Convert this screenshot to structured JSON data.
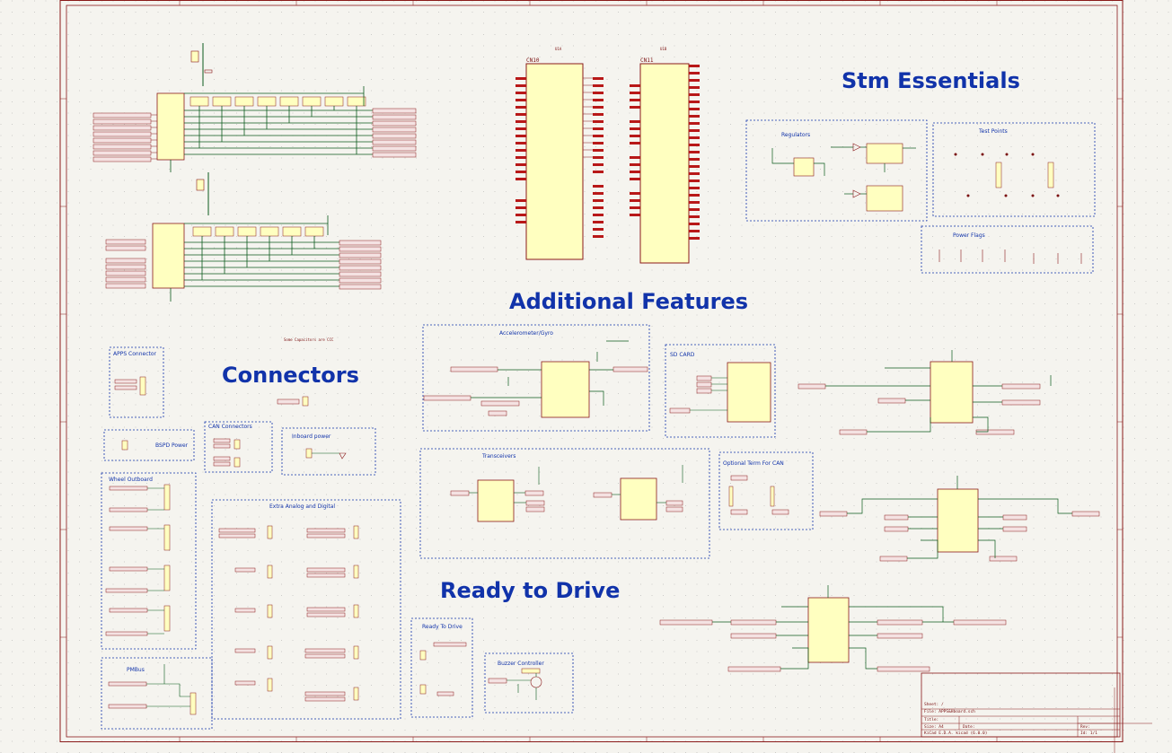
{
  "sheet": {
    "titles": {
      "stm": "Stm Essentials",
      "additional": "Additional Features",
      "connectors": "Connectors",
      "rtd": "Ready to Drive"
    },
    "note": "Some Capacitors are CCC"
  },
  "boxes": {
    "regulators": "Regulators",
    "test_points": "Test Points",
    "power_flags": "Power Flags",
    "accel": "Accelerometer/Gyro",
    "sd_card": "SD CARD",
    "transceivers": "Transceivers",
    "opt_term": "Optional Term For CAN",
    "apps": "APPS Connector",
    "bspd": "BSPD Power",
    "can_conn": "CAN Connectors",
    "inboard": "Inboard power",
    "wheel": "Wheel Outboard",
    "extra": "Extra Analog and Digital",
    "pmbus": "PMBus",
    "rtd_small": "Ready To Drive",
    "buzzer": "Buzzer Controller"
  },
  "mcu": {
    "left_ref": "U1A",
    "left_name": "CN10",
    "right_ref": "U1B",
    "right_name": "CN11"
  },
  "title_block": {
    "sheet": "Sheet: /",
    "file": "File: APPS&Hboard.sch",
    "title": "Title:",
    "size": "Size: A4",
    "date": "Date:",
    "kicad": "KiCad E.D.A.  kicad (6.0.0)",
    "rev": "Rev:",
    "id": "Id: 1/1"
  }
}
